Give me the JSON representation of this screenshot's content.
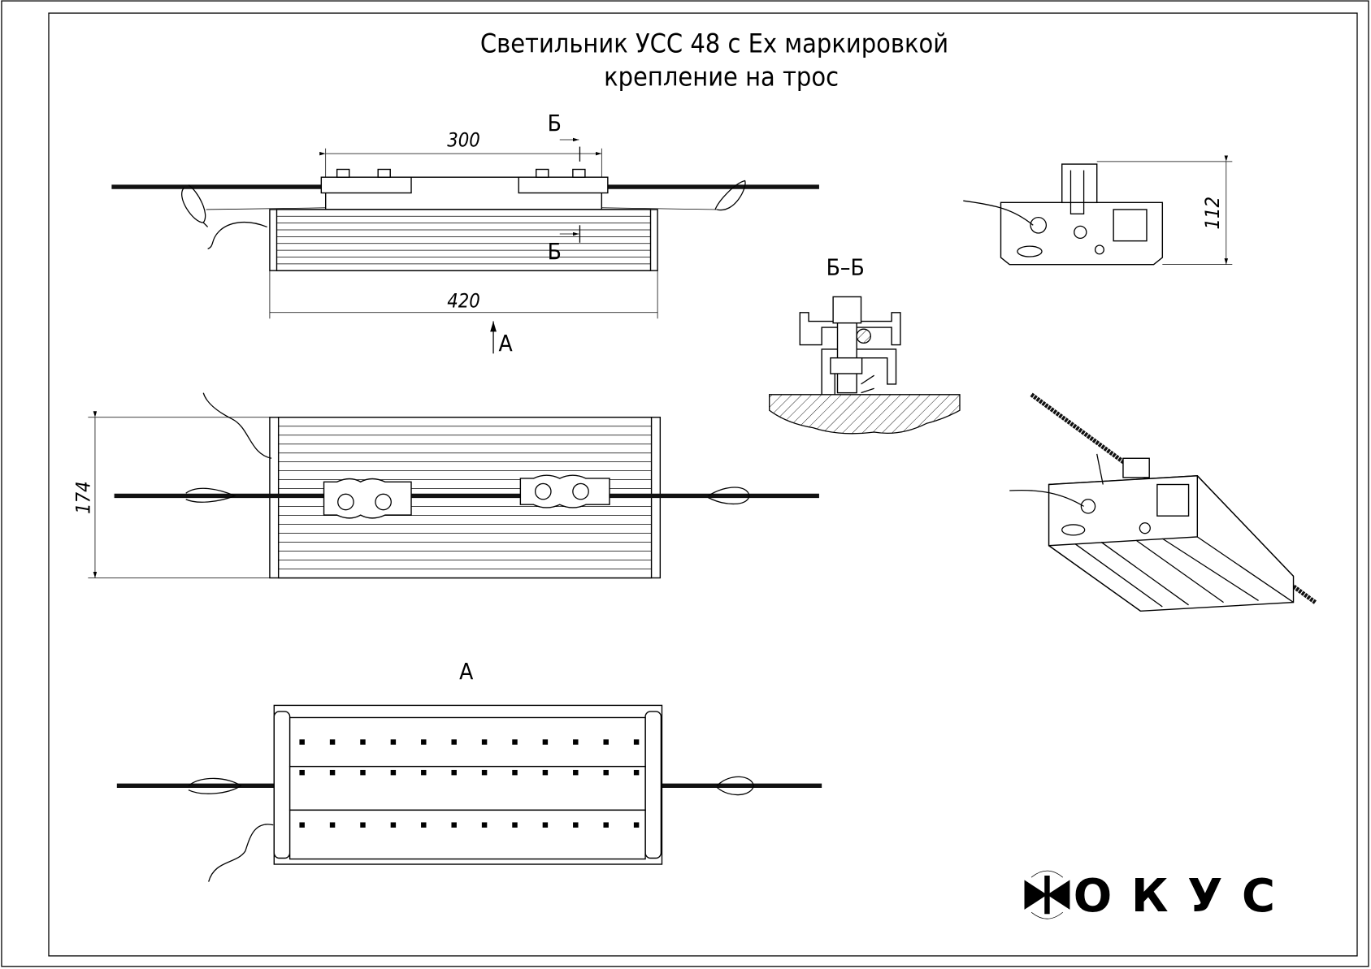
{
  "title": {
    "line1": "Светильник УСС 48 с Ex маркировкой",
    "line2": "крепление на трос"
  },
  "dimensions": {
    "clamp_spacing": "300",
    "body_length": "420",
    "body_width": "174",
    "height": "112"
  },
  "labels": {
    "section_mark_top": "Б",
    "section_mark_bottom": "Б",
    "view_arrow": "А",
    "section_title": "Б–Б",
    "view_title": "А"
  },
  "logo": {
    "text": "ФОКУС"
  },
  "led_grid": {
    "rows": 3,
    "columns": 12
  }
}
